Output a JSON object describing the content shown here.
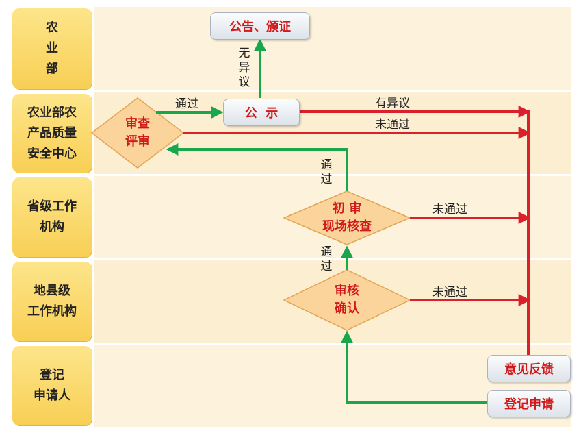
{
  "lanes": [
    {
      "label": "农\n业\n部"
    },
    {
      "label": "农业部农\n产品质量\n安全中心"
    },
    {
      "label": "省级工作\n机构"
    },
    {
      "label": "地县级\n工作机构"
    },
    {
      "label": "登记\n申请人"
    }
  ],
  "nodes": {
    "announce_certify": "公告、颁证",
    "publicize": "公  示",
    "review": "审查\n评审",
    "initial_review": "初  审\n现场核查",
    "verify": "审核\n确认",
    "feedback": "意见反馈",
    "apply": "登记申请"
  },
  "edges": {
    "no_objection": "无异议",
    "pass_to_publicize": "通过",
    "has_objection": "有异议",
    "review_fail": "未通过",
    "initial_pass": "通过",
    "initial_fail": "未通过",
    "verify_pass": "通过",
    "verify_fail": "未通过"
  },
  "colors": {
    "lane_label_bg": "#f8cf55",
    "lane_bg": "#fdf3dd",
    "diamond_fill": "#fbd49b",
    "box_text": "#d01a1a",
    "green_arrow": "#1aa64b",
    "red_arrow": "#d9202b"
  }
}
